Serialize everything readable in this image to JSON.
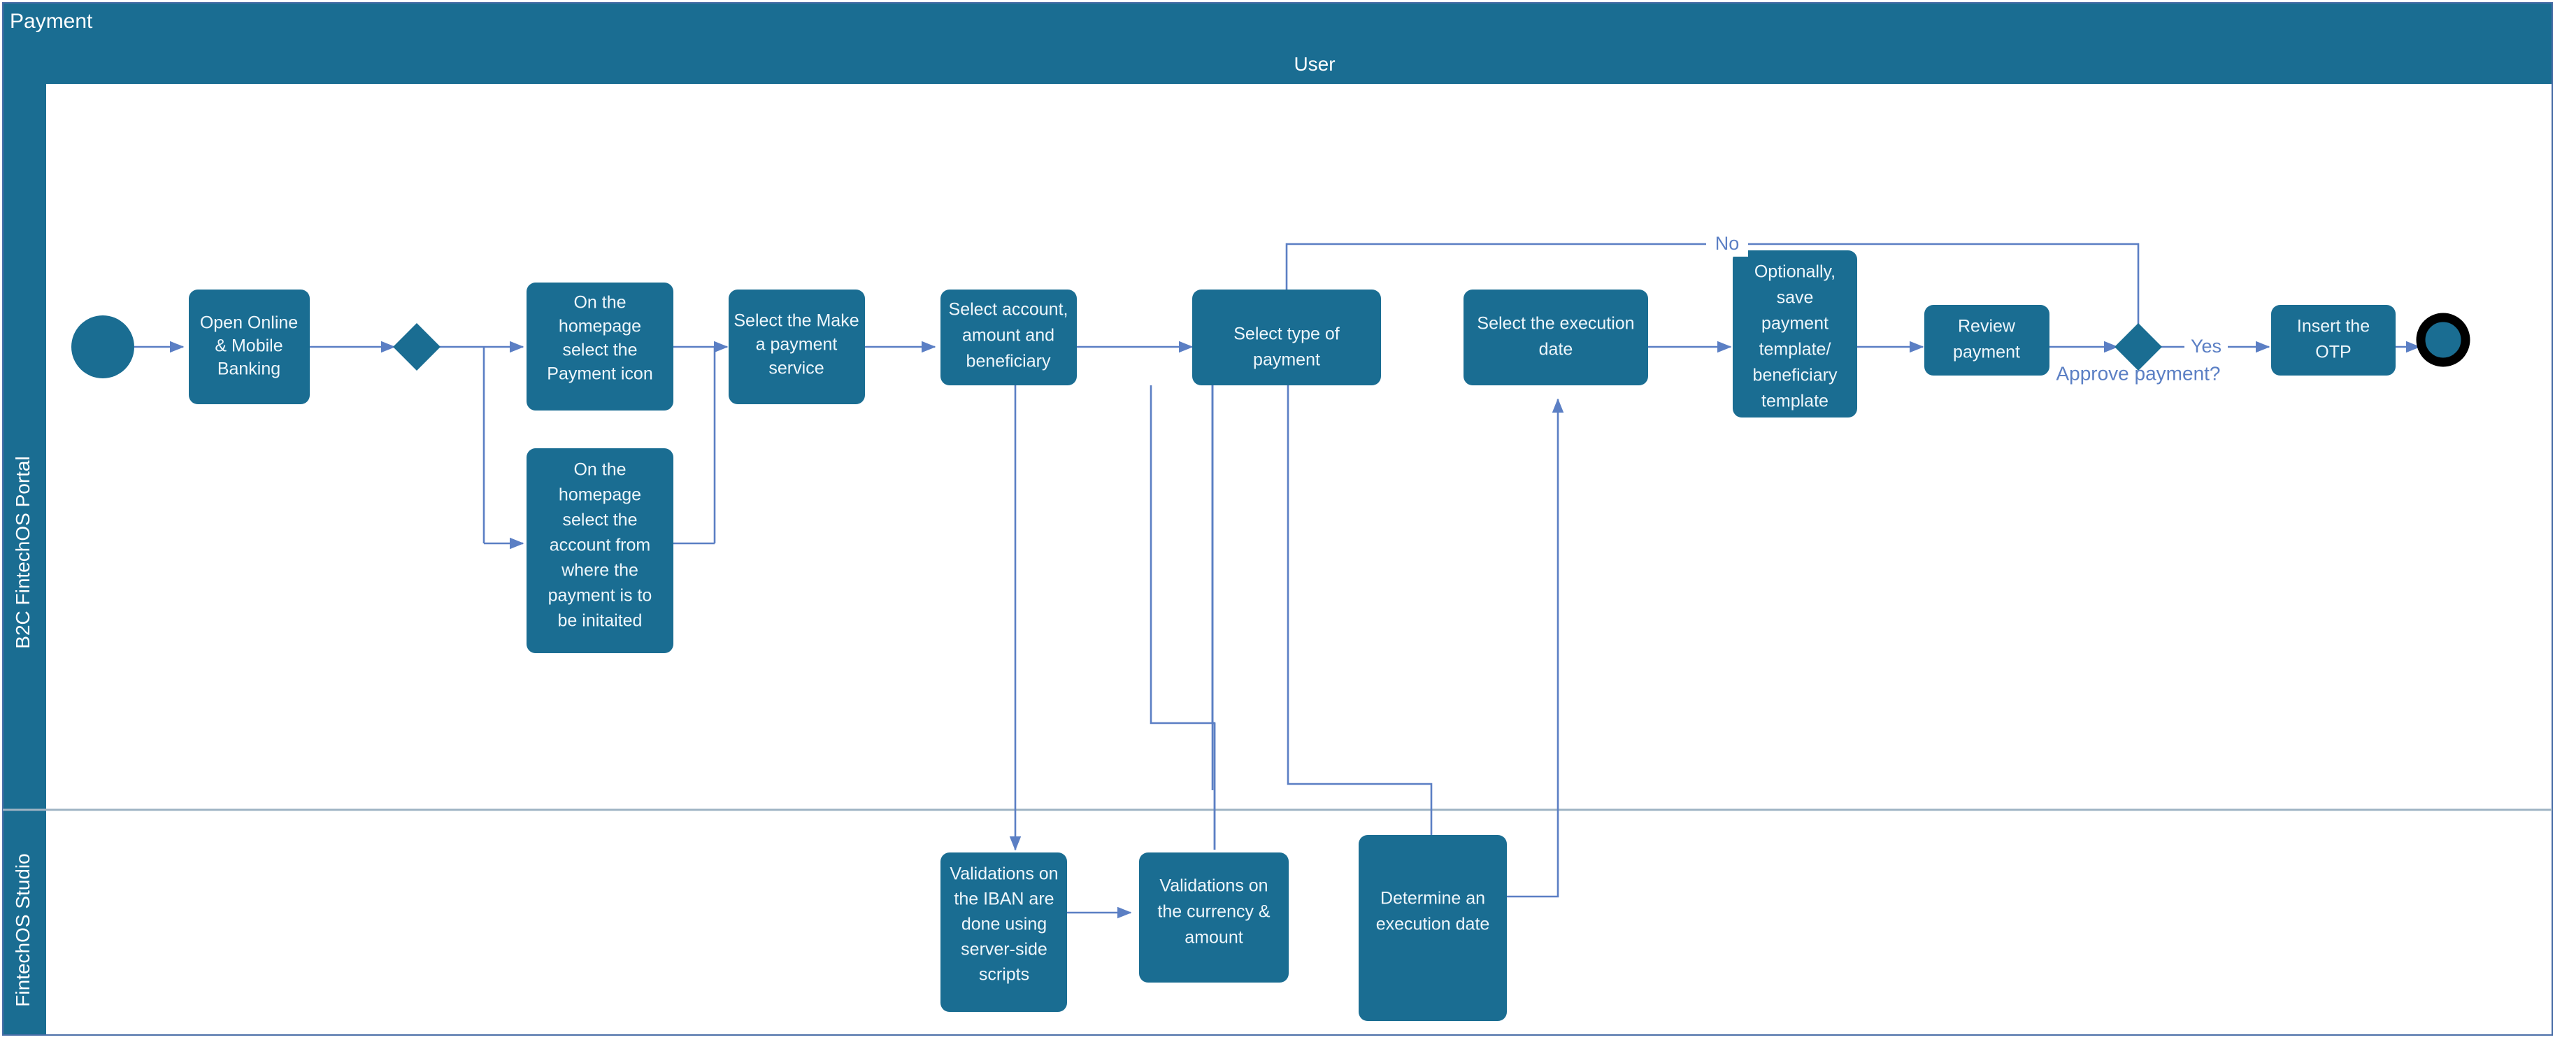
{
  "pool": {
    "title": "Payment",
    "lane_header": "User",
    "lanes": [
      {
        "id": "portal",
        "label": "B2C FintechOS Portal"
      },
      {
        "id": "studio",
        "label": "FintechOS Studio"
      }
    ]
  },
  "colors": {
    "pool_fill": "#1a6d92",
    "node_fill": "#1a6d92",
    "node_text": "#eef6fb",
    "flow_stroke": "#5b7fc4",
    "flow_label": "#5b7fc4",
    "lane_separator": "#9fb4c4",
    "end_event_ring": "#000000",
    "canvas": "#ffffff"
  },
  "events": [
    {
      "id": "start",
      "type": "start-event",
      "label": "",
      "lane": "portal"
    },
    {
      "id": "end",
      "type": "end-event",
      "label": "",
      "lane": "portal"
    }
  ],
  "gateways": [
    {
      "id": "gw-entry",
      "type": "exclusive-gateway",
      "label": "",
      "lane": "portal"
    },
    {
      "id": "gw-approve",
      "type": "exclusive-gateway",
      "label": "Approve payment?",
      "lane": "portal"
    }
  ],
  "nodes": [
    {
      "id": "n1",
      "lane": "portal",
      "label": "Open Online & Mobile Banking",
      "lines": [
        "Open Online",
        "& Mobile",
        "Banking"
      ]
    },
    {
      "id": "n2",
      "lane": "portal",
      "label": "On the homepage select the Payment icon",
      "lines": [
        "On the",
        "homepage",
        "select the",
        "Payment icon"
      ]
    },
    {
      "id": "n3",
      "lane": "portal",
      "label": "On the homepage select the account from where the payment is to be initaited",
      "lines": [
        "On the",
        "homepage",
        "select the",
        "account from",
        "where the",
        "payment is to",
        "be initaited"
      ]
    },
    {
      "id": "n4",
      "lane": "portal",
      "label": "Select the Make a payment service",
      "lines": [
        "Select the Make",
        "a payment",
        "service"
      ]
    },
    {
      "id": "n5",
      "lane": "portal",
      "label": "Select account, amount and beneficiary",
      "lines": [
        "Select account,",
        "amount and",
        "beneficiary"
      ]
    },
    {
      "id": "n6",
      "lane": "portal",
      "label": "Select type of payment",
      "lines": [
        "Select type of",
        "payment"
      ]
    },
    {
      "id": "n7",
      "lane": "portal",
      "label": "Select the execution date",
      "lines": [
        "Select the execution",
        "date"
      ]
    },
    {
      "id": "n8",
      "lane": "portal",
      "label": "Optionally, save payment template/ beneficiary template",
      "lines": [
        "Optionally,",
        "save",
        "payment",
        "template/",
        "beneficiary",
        "template"
      ]
    },
    {
      "id": "n9",
      "lane": "portal",
      "label": "Review payment",
      "lines": [
        "Review",
        "payment"
      ]
    },
    {
      "id": "n10",
      "lane": "portal",
      "label": "Insert the OTP",
      "lines": [
        "Insert the",
        "OTP"
      ]
    },
    {
      "id": "s1",
      "lane": "studio",
      "label": "Validations on the IBAN are done using server-side scripts",
      "lines": [
        "Validations on",
        "the IBAN are",
        "done using",
        "server-side",
        "scripts"
      ]
    },
    {
      "id": "s2",
      "lane": "studio",
      "label": "Validations on the currency & amount",
      "lines": [
        "Validations on",
        "the currency &",
        "amount"
      ]
    },
    {
      "id": "s3",
      "lane": "studio",
      "label": "Determine an execution date",
      "lines": [
        "Determine an",
        "execution date"
      ]
    }
  ],
  "flow_labels": {
    "no": "No",
    "yes": "Yes",
    "approve_question": "Approve payment?"
  },
  "connections": [
    {
      "from": "start",
      "to": "n1"
    },
    {
      "from": "n1",
      "to": "gw-entry"
    },
    {
      "from": "gw-entry",
      "to": "n2"
    },
    {
      "from": "gw-entry",
      "to": "n3"
    },
    {
      "from": "n2",
      "to": "n4"
    },
    {
      "from": "n3",
      "to": "n4"
    },
    {
      "from": "n4",
      "to": "n5"
    },
    {
      "from": "n5",
      "to": "n6"
    },
    {
      "from": "n5",
      "to": "s1"
    },
    {
      "from": "n6",
      "to": "n7"
    },
    {
      "from": "n6",
      "to": "s3"
    },
    {
      "from": "n6",
      "to": "s2"
    },
    {
      "from": "s1",
      "to": "s2"
    },
    {
      "from": "s3",
      "to": "n7"
    },
    {
      "from": "n7",
      "to": "n8"
    },
    {
      "from": "n8",
      "to": "n9"
    },
    {
      "from": "n9",
      "to": "gw-approve"
    },
    {
      "from": "gw-approve",
      "to": "n6",
      "label": "No"
    },
    {
      "from": "gw-approve",
      "to": "n10",
      "label": "Yes"
    },
    {
      "from": "n10",
      "to": "end"
    }
  ]
}
